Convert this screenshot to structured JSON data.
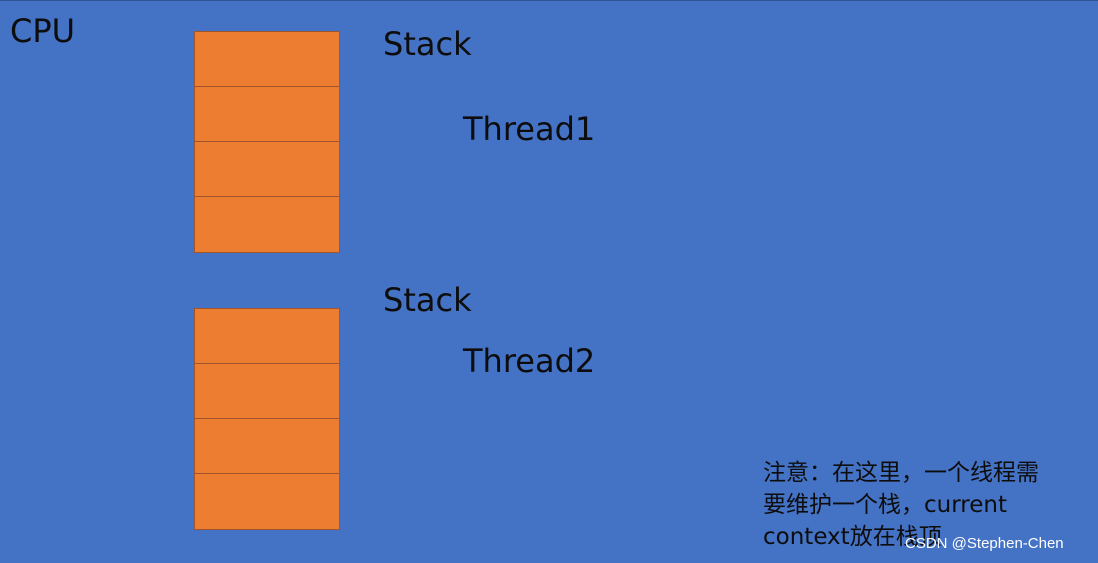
{
  "cpu_label": "CPU",
  "stacks": [
    {
      "label": "Stack",
      "thread": "Thread1",
      "cells": 4
    },
    {
      "label": "Stack",
      "thread": "Thread2",
      "cells": 4
    }
  ],
  "note": {
    "line1": "注意：在这里，一个线程需",
    "line2": "要维护一个栈，current",
    "line3": "context放在栈顶"
  },
  "watermark": "CSDN @Stephen-Chen",
  "colors": {
    "background": "#4472c4",
    "stack_fill": "#ed7d31",
    "stack_border": "#a0562a"
  }
}
